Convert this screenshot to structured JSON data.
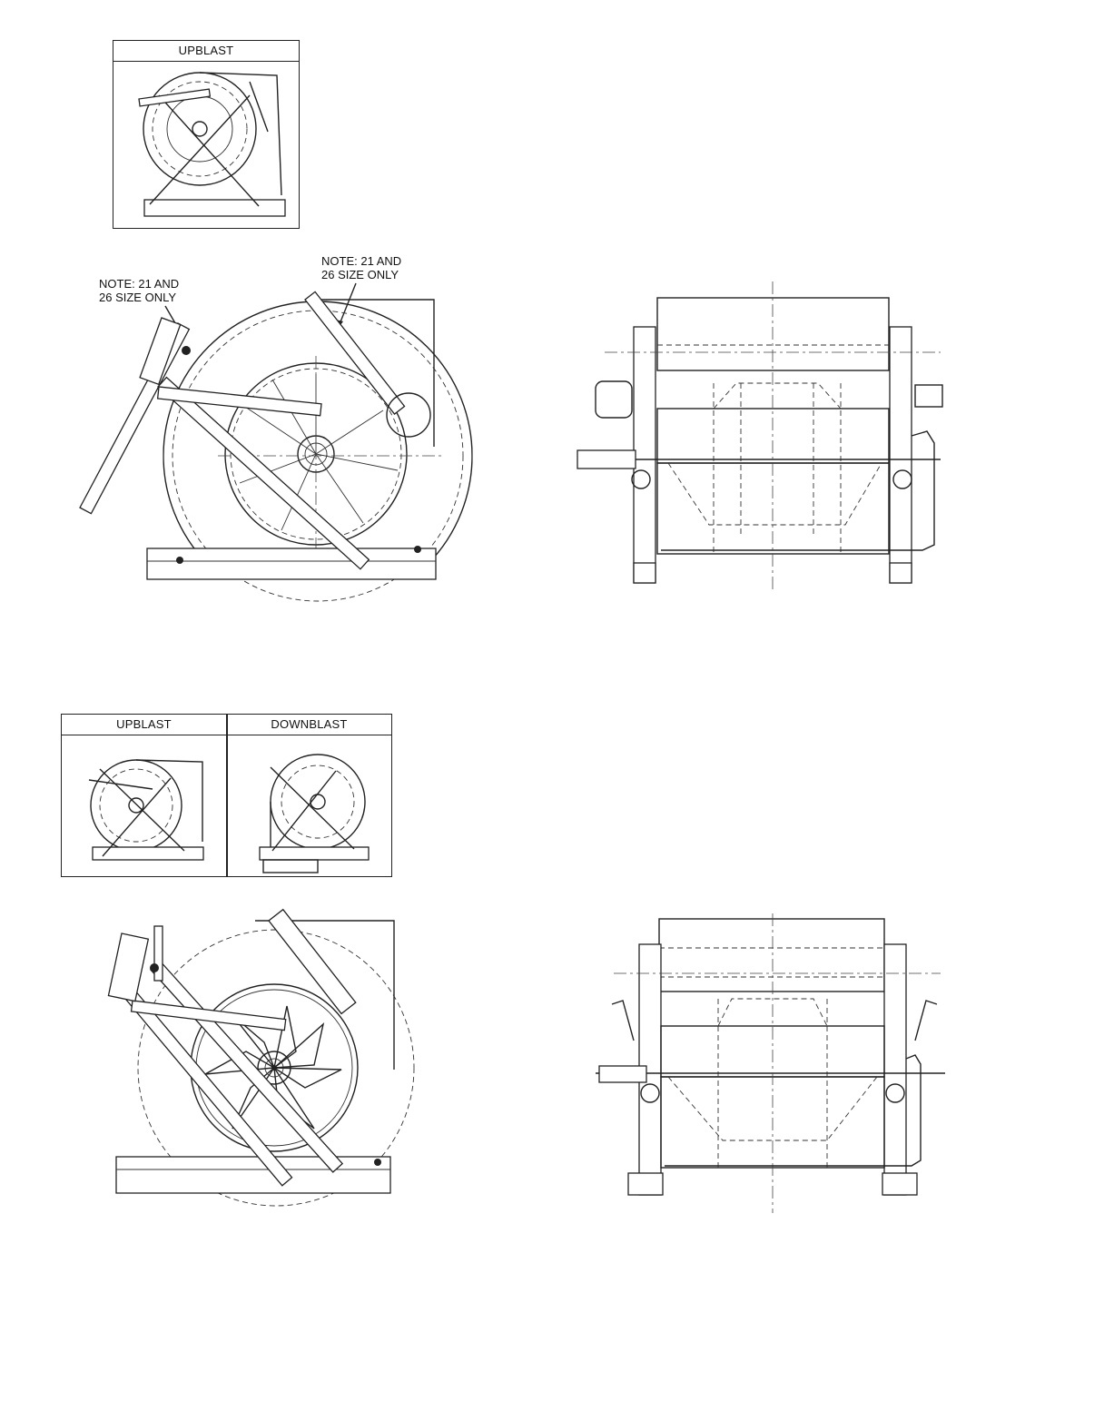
{
  "figure_top": {
    "inset": {
      "header": "UPBLAST"
    },
    "notes": [
      {
        "text": "NOTE: 21 AND\n26 SIZE ONLY"
      },
      {
        "text": "NOTE: 21 AND\n26 SIZE ONLY"
      }
    ]
  },
  "figure_bottom": {
    "inset_headers": [
      "UPBLAST",
      "DOWNBLAST"
    ]
  }
}
